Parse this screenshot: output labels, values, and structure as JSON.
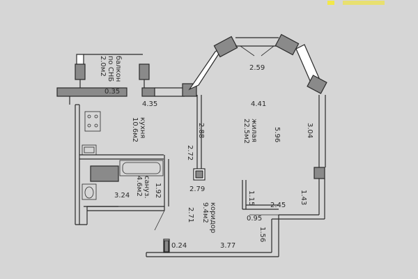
{
  "labels": {
    "balcony": [
      "балкон",
      "по СНБ",
      "2.0м2"
    ],
    "kitchen": [
      "кухня",
      "10.6м2"
    ],
    "living": [
      "жилая",
      "22.5м2"
    ],
    "bath": [
      "сануз.",
      "4.6м2"
    ],
    "corridor": [
      "коридор",
      "9.4м2"
    ]
  },
  "dims": {
    "d259": "2.59",
    "d035": "0.35",
    "d435": "4.35",
    "d441": "4.41",
    "d272": "2.72",
    "d288": "2.88",
    "d596": "5.96",
    "d304": "3.04",
    "d279": "2.79",
    "d324": "3.24",
    "d192": "1.92",
    "d271": "2.71",
    "d115": "1.15",
    "d245": "2.45",
    "d143": "1.43",
    "d095": "0.95",
    "d156": "1.56",
    "d024": "0.24",
    "d377": "3.77"
  },
  "colors": {
    "background": "#d6d6d6",
    "wall": "#8a8a8a",
    "ink": "#2a2a2a",
    "brand": "#f2e84a"
  },
  "icons": {
    "stove": "stove-icon",
    "bathtub": "bathtub-icon",
    "toilet": "toilet-icon",
    "sink": "sink-icon",
    "brand": "brand-logo-mark"
  }
}
